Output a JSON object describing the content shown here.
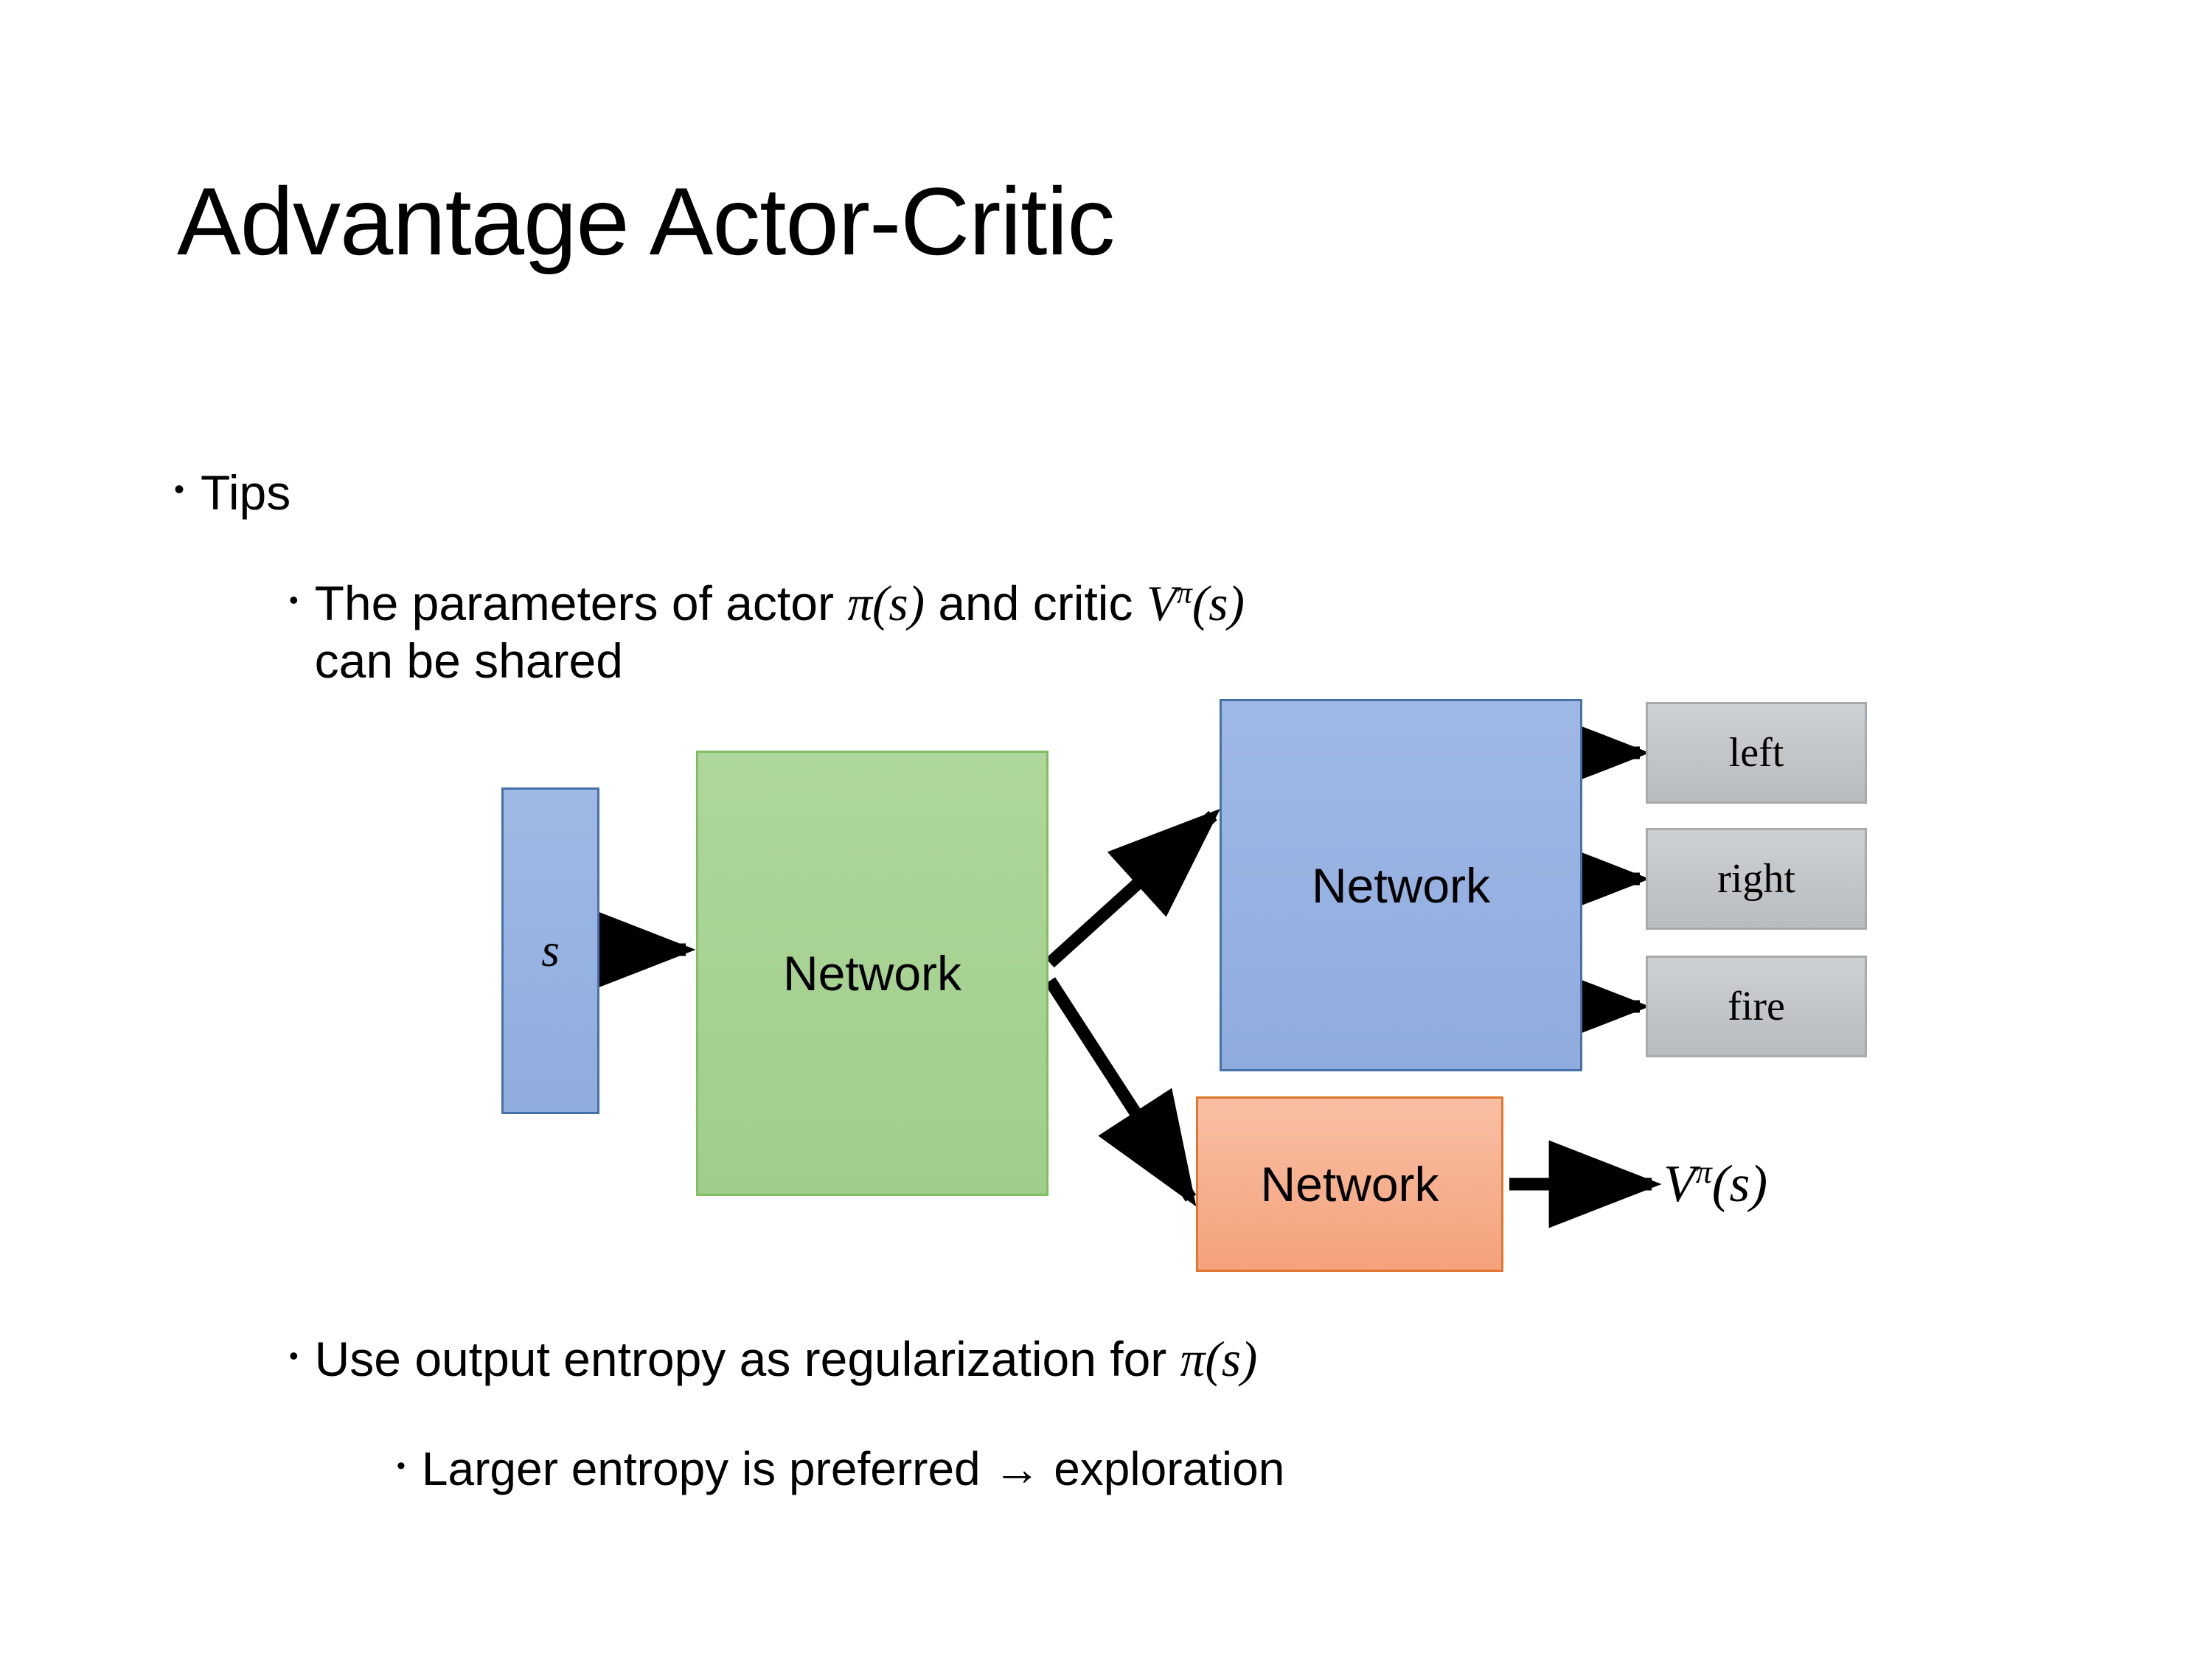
{
  "slide": {
    "title": "Advantage Actor-Critic",
    "background": "#FFFFFF"
  },
  "bullets": {
    "tips": {
      "marker": "•",
      "text": "Tips"
    },
    "params": {
      "marker": "•",
      "line1_prefix": "The parameters of actor ",
      "math_actor": "π(s)",
      "line1_middle": "  and critic ",
      "math_critic_base": "V",
      "math_critic_sup": "π",
      "math_critic_arg": "(s)",
      "line2": "can be shared",
      "full_text": "The parameters of actor π(s)  and critic Vπ(s) can be shared"
    },
    "entropy": {
      "marker": "•",
      "text_prefix": "Use output entropy as regularization for ",
      "math_policy": "π(s)",
      "full_text": "Use output entropy as regularization for π(s)"
    },
    "larger": {
      "marker": "•",
      "text": "Larger entropy is preferred → exploration"
    }
  },
  "diagram": {
    "state_box": {
      "label": "s",
      "fill": "#95B3E0",
      "border": "#4472A8"
    },
    "shared_network": {
      "label": "Network",
      "fill": "#A9D08E",
      "border": "#7FBE63"
    },
    "actor_network": {
      "label": "Network",
      "fill": "#95B3E0",
      "border": "#4472A8"
    },
    "critic_network": {
      "label": "Network",
      "fill": "#F8AC8C",
      "border": "#E0762F"
    },
    "action_outputs": [
      {
        "label": "left",
        "fill": "#C4C8CA",
        "border": "#A7ABAD"
      },
      {
        "label": "right",
        "fill": "#C4C8CA",
        "border": "#A7ABAD"
      },
      {
        "label": "fire",
        "fill": "#C4C8CA",
        "border": "#A7ABAD"
      }
    ],
    "value_output": {
      "base": "V",
      "sup": "π",
      "arg": "(s)",
      "full": "Vπ(s)"
    },
    "arrow_color": "#000000"
  }
}
